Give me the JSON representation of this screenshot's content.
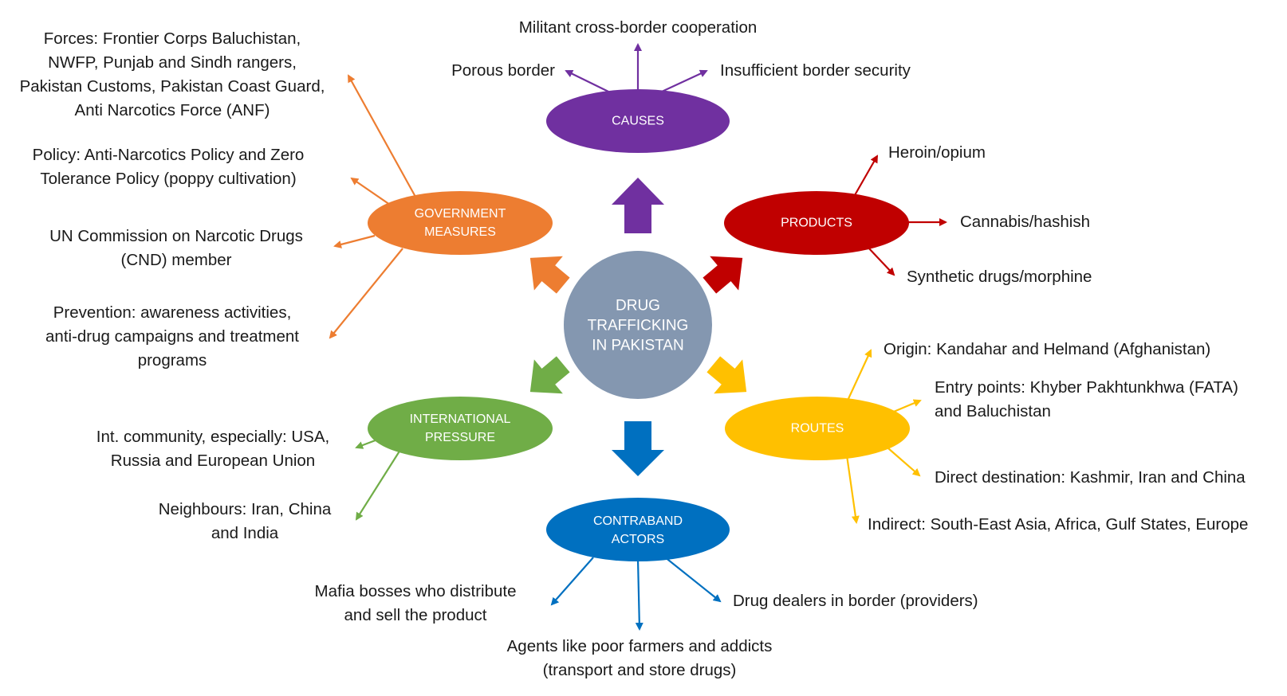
{
  "colors": {
    "center": "#8497b0",
    "causes": "#7030a0",
    "products": "#c00000",
    "routes": "#ffc000",
    "contraband": "#0070c0",
    "international": "#70ad47",
    "government": "#ed7d31"
  },
  "center": {
    "text": "DRUG\nTRAFFICKING\nIN PAKISTAN"
  },
  "causes": {
    "title": "CAUSES",
    "items": [
      "Militant cross-border cooperation",
      "Porous border",
      "Insufficient border security"
    ]
  },
  "products": {
    "title": "PRODUCTS",
    "items": [
      "Heroin/opium",
      "Cannabis/hashish",
      "Synthetic drugs/morphine"
    ]
  },
  "routes": {
    "title": "ROUTES",
    "items": [
      "Origin: Kandahar and Helmand (Afghanistan)",
      "Entry points: Khyber Pakhtunkhwa (FATA)\nand Baluchistan",
      "Direct destination: Kashmir, Iran and China",
      "Indirect: South-East Asia, Africa, Gulf States, Europe"
    ]
  },
  "contraband": {
    "title": "CONTRABAND\nACTORS",
    "items": [
      "Mafia bosses who distribute\nand sell the product",
      "Drug dealers in border (providers)",
      "Agents like poor farmers and addicts\n(transport and store drugs)"
    ]
  },
  "international": {
    "title": "INTERNATIONAL\nPRESSURE",
    "items": [
      "Int. community, especially: USA,\nRussia and European Union",
      "Neighbours: Iran, China\nand India"
    ]
  },
  "government": {
    "title": "GOVERNMENT\nMEASURES",
    "items": [
      "Forces: Frontier Corps Baluchistan,\nNWFP, Punjab and Sindh rangers,\nPakistan Customs, Pakistan Coast Guard,\nAnti Narcotics Force (ANF)",
      "Policy: Anti-Narcotics Policy and Zero\nTolerance Policy (poppy cultivation)",
      "UN Commission on Narcotic Drugs\n(CND) member",
      "Prevention: awareness activities,\nanti-drug campaigns and treatment\nprograms"
    ]
  }
}
